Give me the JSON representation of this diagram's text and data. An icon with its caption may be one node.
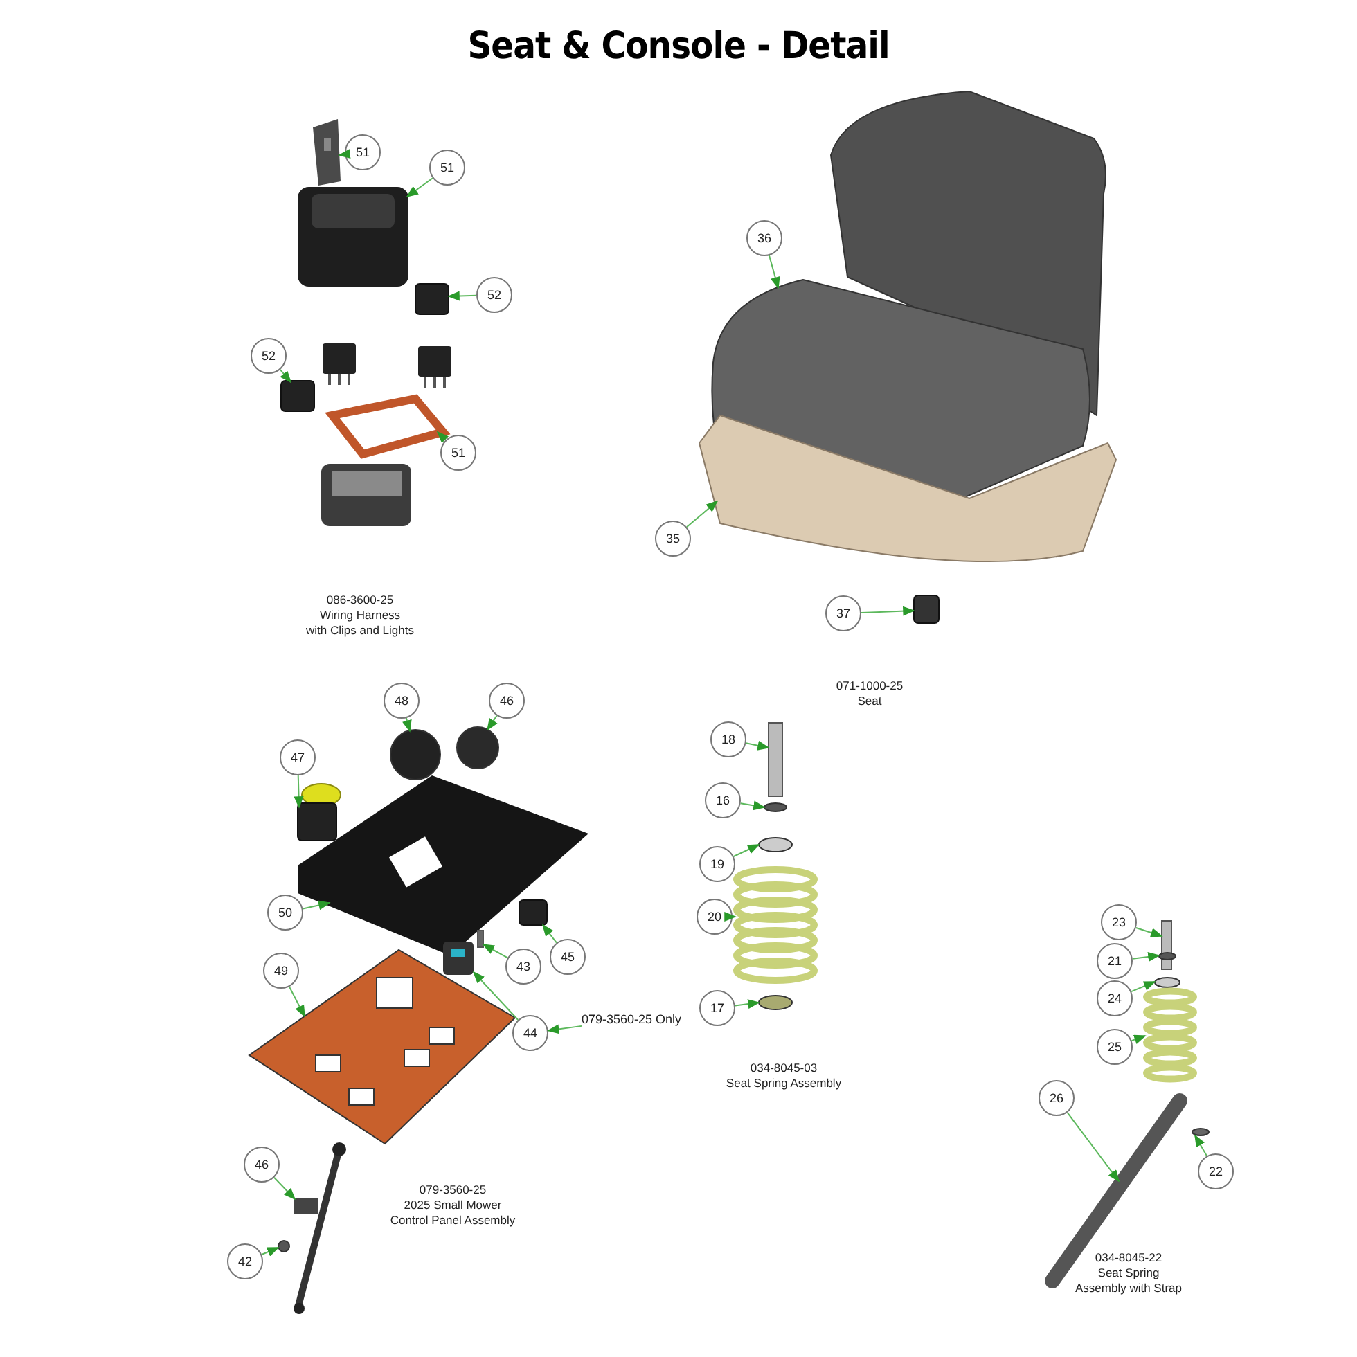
{
  "diagram": {
    "title": "Seat & Console - Detail",
    "nodes": [
      {
        "text": [
          "51"
        ]
      },
      {
        "text": [
          "51"
        ]
      },
      {
        "text": [
          "52"
        ]
      },
      {
        "text": [
          "52"
        ]
      },
      {
        "text": [
          "51"
        ]
      },
      {
        "text": [
          "36"
        ]
      },
      {
        "text": [
          "35"
        ]
      },
      {
        "text": [
          "37"
        ]
      },
      {
        "text": [
          "48"
        ]
      },
      {
        "text": [
          "46"
        ]
      },
      {
        "text": [
          "47"
        ]
      },
      {
        "text": [
          "50"
        ]
      },
      {
        "text": [
          "43"
        ]
      },
      {
        "text": [
          "45"
        ]
      },
      {
        "text": [
          "44"
        ]
      },
      {
        "text": [
          "49"
        ]
      },
      {
        "text": [
          "46"
        ]
      },
      {
        "text": [
          "42"
        ]
      },
      {
        "text": [
          "18"
        ]
      },
      {
        "text": [
          "16"
        ]
      },
      {
        "text": [
          "19"
        ]
      },
      {
        "text": [
          "20"
        ]
      },
      {
        "text": [
          "17"
        ]
      },
      {
        "text": [
          "23"
        ]
      },
      {
        "text": [
          "21"
        ]
      },
      {
        "text": [
          "24"
        ]
      },
      {
        "text": [
          "25"
        ]
      },
      {
        "text": [
          "26"
        ]
      },
      {
        "text": [
          "22"
        ]
      },
      {
        "text": [
          "079-3560-25 Only"
        ]
      },
      {
        "text": [],
        "shape": "picture"
      },
      {
        "text": [],
        "shape": "picture"
      },
      {
        "text": [],
        "shape": "box"
      },
      {
        "text": [],
        "shape": "box"
      },
      {
        "text": [],
        "shape": "picture"
      },
      {
        "text": [],
        "shape": "picture"
      },
      {
        "text": [],
        "shape": "picture"
      },
      {
        "text": [],
        "shape": "box"
      },
      {
        "text": [],
        "shape": "circle"
      },
      {
        "text": [],
        "shape": "circle"
      },
      {
        "text": [],
        "shape": "box"
      },
      {
        "text": [],
        "shape": "picture"
      },
      {
        "text": [],
        "shape": "bar"
      },
      {
        "text": [],
        "shape": "box"
      },
      {
        "text": [],
        "shape": "picture"
      },
      {
        "text": [],
        "shape": "picture"
      },
      {
        "text": [],
        "shape": "picture"
      },
      {
        "text": [],
        "shape": "circle"
      },
      {
        "text": [],
        "shape": "bar"
      },
      {
        "text": [],
        "shape": "circle"
      },
      {
        "text": [],
        "shape": "circle"
      },
      {
        "text": [],
        "shape": "picture"
      },
      {
        "text": [],
        "shape": "circle"
      },
      {
        "text": [],
        "shape": "bar"
      },
      {
        "text": [],
        "shape": "circle"
      },
      {
        "text": [],
        "shape": "circle"
      },
      {
        "text": [],
        "shape": "picture"
      },
      {
        "text": [],
        "shape": "picture"
      },
      {
        "text": [],
        "shape": "circle"
      }
    ],
    "edges": [
      {
        "from": 0,
        "to": 30,
        "arrow": "to"
      },
      {
        "from": 1,
        "to": 31,
        "arrow": "to"
      },
      {
        "from": 2,
        "to": 32,
        "arrow": "to"
      },
      {
        "from": 3,
        "to": 33,
        "arrow": "to"
      },
      {
        "from": 4,
        "to": 34,
        "arrow": "to"
      },
      {
        "from": 5,
        "to": 35,
        "arrow": "to"
      },
      {
        "from": 6,
        "to": 36,
        "arrow": "to"
      },
      {
        "from": 7,
        "to": 37,
        "arrow": "to"
      },
      {
        "from": 8,
        "to": 38,
        "arrow": "to"
      },
      {
        "from": 9,
        "to": 39,
        "arrow": "to"
      },
      {
        "from": 10,
        "to": 40,
        "arrow": "to"
      },
      {
        "from": 11,
        "to": 41,
        "arrow": "to"
      },
      {
        "from": 12,
        "to": 42,
        "arrow": "to"
      },
      {
        "from": 13,
        "to": 43,
        "arrow": "to"
      },
      {
        "from": 14,
        "to": 44,
        "arrow": "to"
      },
      {
        "from": 15,
        "to": 45,
        "arrow": "to"
      },
      {
        "from": 16,
        "to": 46,
        "arrow": "to"
      },
      {
        "from": 17,
        "to": 47,
        "arrow": "to"
      },
      {
        "from": 18,
        "to": 48,
        "arrow": "to"
      },
      {
        "from": 19,
        "to": 49,
        "arrow": "to"
      },
      {
        "from": 20,
        "to": 50,
        "arrow": "to"
      },
      {
        "from": 21,
        "to": 51,
        "arrow": "to"
      },
      {
        "from": 22,
        "to": 52,
        "arrow": "to"
      },
      {
        "from": 23,
        "to": 53,
        "arrow": "to"
      },
      {
        "from": 24,
        "to": 54,
        "arrow": "to"
      },
      {
        "from": 25,
        "to": 55,
        "arrow": "to"
      },
      {
        "from": 26,
        "to": 56,
        "arrow": "to"
      },
      {
        "from": 27,
        "to": 57,
        "arrow": "to"
      },
      {
        "from": 28,
        "to": 58,
        "arrow": "to"
      },
      {
        "from": 29,
        "to": 14,
        "arrow": "to"
      }
    ],
    "labels": [
      "086-3600-25",
      "Wiring Harness",
      "with Clips and Lights",
      "071-1000-25",
      "Seat",
      "034-8045-03",
      "Seat Spring Assembly",
      "079-3560-25",
      "2025 Small Mower",
      "Control Panel Assembly",
      "034-8045-22",
      "Seat Spring",
      "Assembly with Strap"
    ]
  }
}
